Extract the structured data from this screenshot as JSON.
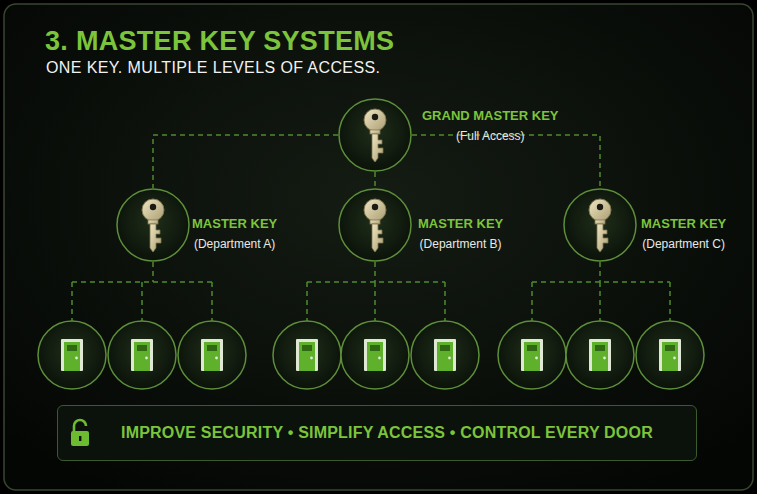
{
  "diagram": {
    "title": "3. MASTER KEY SYSTEMS",
    "nodes": [
      {
        "text": [
          "GRAND MASTER KEY",
          "(Full Access)"
        ]
      },
      {
        "text": [
          "MASTER KEY",
          "(Department A)"
        ]
      },
      {
        "text": [
          "MASTER KEY",
          "(Department B)"
        ]
      },
      {
        "text": [
          "MASTER KEY",
          "(Department C)"
        ]
      },
      {
        "text": [
          "IMPROVE SECURITY • SIMPLIFY ACCESS • CONTROL EVERY DOOR"
        ]
      }
    ],
    "edges": [
      {
        "from": 0,
        "to": 1,
        "arrow": "none"
      },
      {
        "from": 0,
        "to": 2,
        "arrow": "none"
      },
      {
        "from": 0,
        "to": 3,
        "arrow": "none"
      }
    ],
    "labels": [
      "ONE KEY. MULTIPLE LEVELS OF ACCESS."
    ]
  }
}
